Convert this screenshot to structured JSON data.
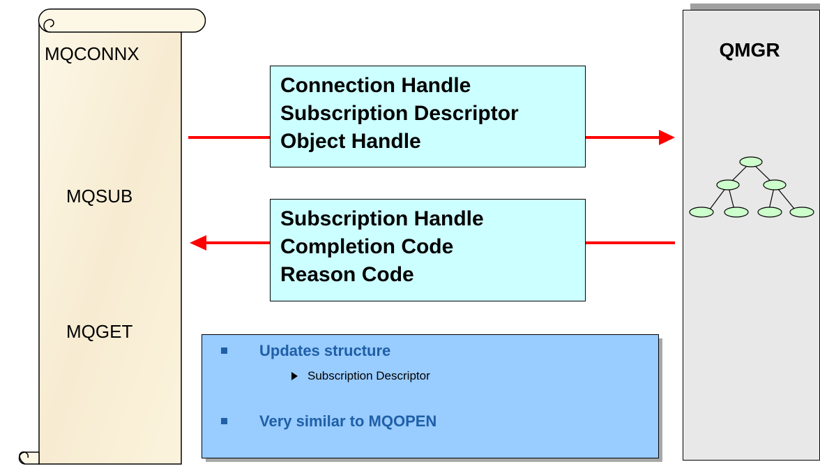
{
  "scroll": {
    "calls": [
      "MQCONNX",
      "MQSUB",
      "MQGET"
    ],
    "color": "#fbf3dc"
  },
  "request_box": {
    "lines": [
      "Connection Handle",
      "Subscription Descriptor",
      "Object Handle"
    ],
    "color": "#ccffff"
  },
  "response_box": {
    "lines": [
      "Subscription Handle",
      "Completion Code",
      "Reason Code"
    ],
    "color": "#ccffff"
  },
  "arrow_color": "#ff0000",
  "qmgr": {
    "label": "QMGR",
    "node_color": "#ccffcc"
  },
  "notes": {
    "color": "#99ccff",
    "text_color": "#1f5fa6",
    "bullets": [
      {
        "text": "Updates structure",
        "sub": [
          "Subscription Descriptor"
        ]
      },
      {
        "text": "Very similar to MQOPEN",
        "sub": []
      }
    ]
  }
}
